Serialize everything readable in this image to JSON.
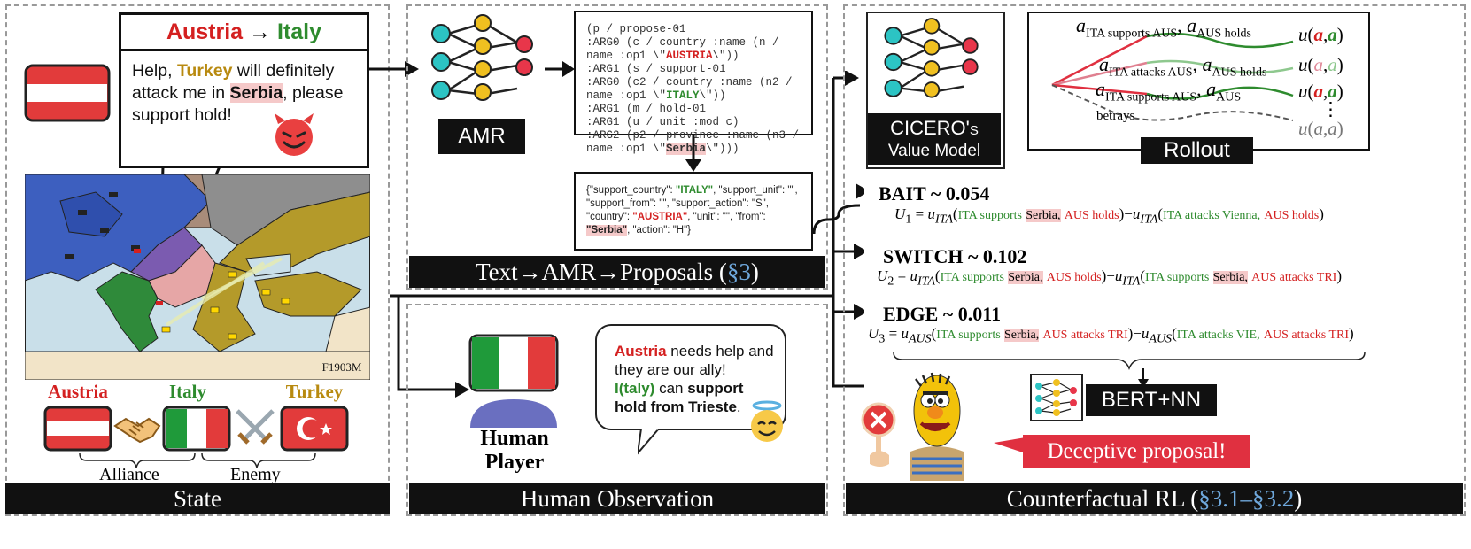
{
  "state": {
    "speech_header_from": "Austria",
    "speech_header_arrow": "→",
    "speech_header_to": "Italy",
    "msg_pre": "Help, ",
    "msg_turkey": "Turkey",
    "msg_mid": " will definitely attack me in ",
    "msg_serbia": "Serbia",
    "msg_post": ", please support hold!",
    "map_caption": "F1903M",
    "countries": [
      "Austria",
      "Italy",
      "Turkey"
    ],
    "alliance_label": "Alliance",
    "enemy_label": "Enemy",
    "bar_label": "State"
  },
  "amr": {
    "label": "AMR",
    "code_lines": [
      "(p / propose-01",
      ":ARG0 (c / country :name (n /",
      "name :op1 \\\"AUSTRIA\\\"))",
      ":ARG1 (s / support-01",
      ":ARG0 (c2 / country :name (n2 /",
      "name :op1 \\\"ITALY\\\"))",
      ":ARG1 (m / hold-01",
      ":ARG1 (u / unit :mod c)",
      ":ARG2 (p2 / province :name (n3 /",
      "name :op1 \\\"Serbia\\\")))"
    ],
    "json_text": "{\"support_country\": \"ITALY\", \"support_unit\": \"\", \"support_from\": \"\", \"support_action\": \"S\", \"country\": \"AUSTRIA\", \"unit\": \"\", \"from\": \"Serbia\", \"action\": \"H\"}",
    "bar_label": "Text→AMR→Proposals (",
    "bar_ref": "§3",
    "bar_close": ")"
  },
  "human": {
    "bubble_austria": "Austria",
    "bubble_line1": " needs help and they are our ally!",
    "bubble_italy": "I(taly)",
    "bubble_line2": " can ",
    "bubble_bold": "support hold from Trieste",
    "bubble_end": ".",
    "player_label": "Human Player",
    "bar_label": "Human Observation"
  },
  "cf": {
    "value_model_title": "CICERO's",
    "value_model_sub": "Value Model",
    "rollout_label": "Rollout",
    "rollout_lines": [
      {
        "a1": "ITA supports AUS",
        "a2": "AUS holds"
      },
      {
        "a1": "ITA attacks AUS",
        "a2": "AUS holds"
      },
      {
        "a1": "ITA supports AUS",
        "a2": "AUS"
      }
    ],
    "betrays": "betrays",
    "u_label": "u",
    "strategies": [
      {
        "name": "BAIT ~ 0.054",
        "sub": "1",
        "p1": "ITA",
        "a": "ITA supports",
        "b": "Serbia,",
        "c": "AUS holds",
        "p2": "ITA",
        "d": "ITA attacks Vienna,",
        "e": "AUS holds"
      },
      {
        "name": "SWITCH ~ 0.102",
        "sub": "2",
        "p1": "ITA",
        "a": "ITA supports",
        "b": "Serbia,",
        "c": "AUS holds",
        "p2": "ITA",
        "d": "ITA supports",
        "d2": "Serbia,",
        "e": "AUS attacks TRI"
      },
      {
        "name": "EDGE ~ 0.011",
        "sub": "3",
        "p1": "AUS",
        "a": "ITA supports",
        "b": "Serbia,",
        "c": "AUS attacks TRI",
        "p2": "AUS",
        "d": "ITA attacks VIE,",
        "e": "AUS attacks TRI"
      }
    ],
    "bert_label": "BERT+NN",
    "deceptive_label": "Deceptive proposal!",
    "bar_label": "Counterfactual RL (",
    "bar_ref": "§3.1–§3.2",
    "bar_close": ")"
  }
}
